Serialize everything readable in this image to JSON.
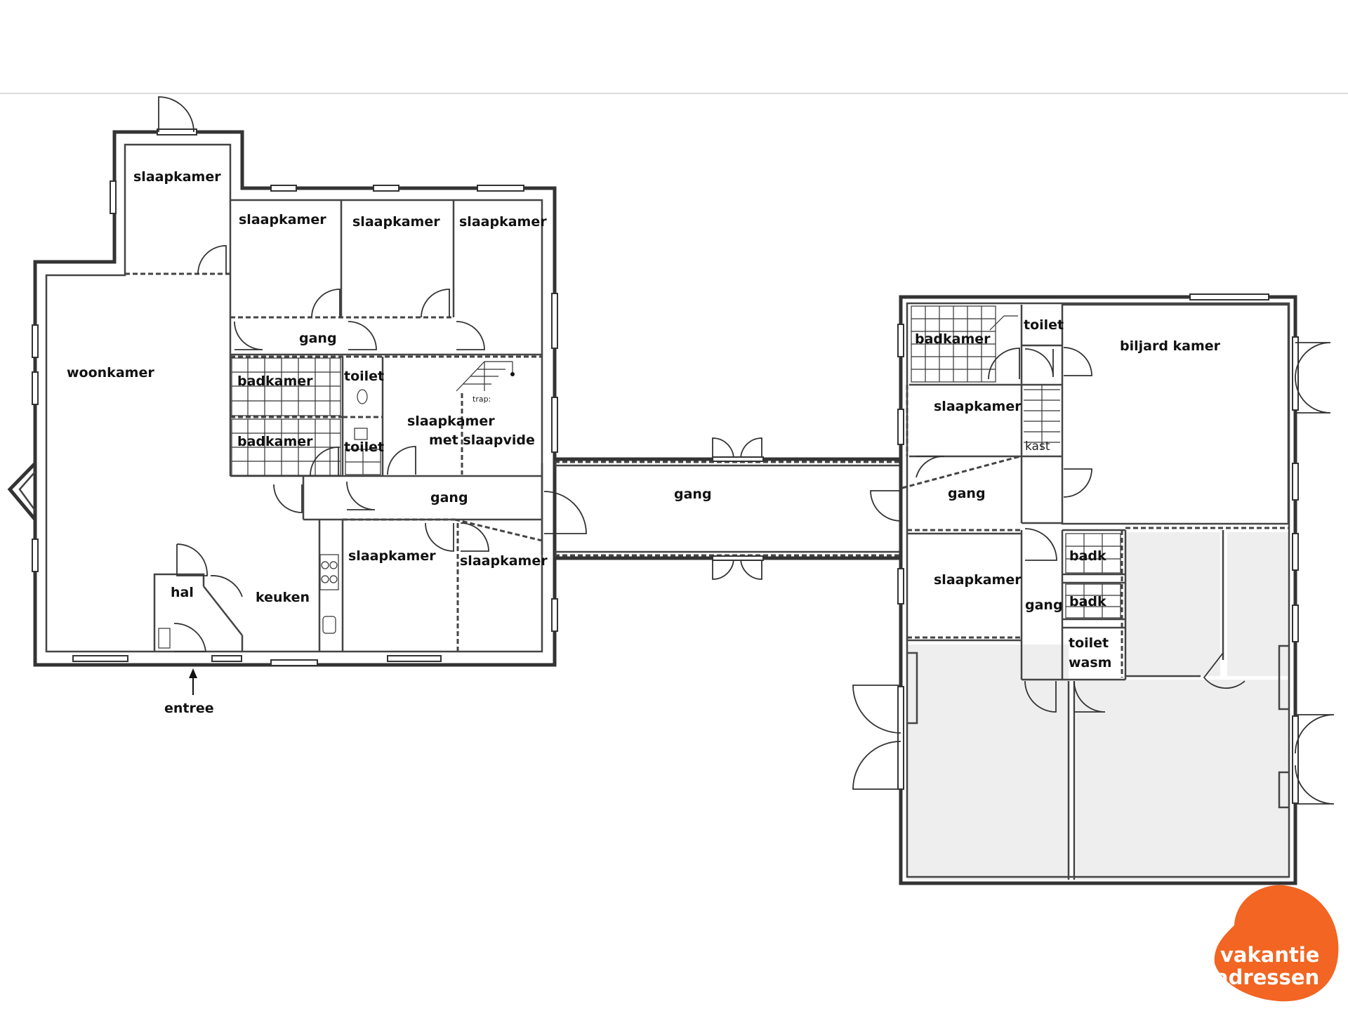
{
  "rooms": {
    "woonkamer": "woonkamer",
    "slaapkamer": "slaapkamer",
    "slaapkamer_met_slaapvide_line1": "slaapkamer",
    "slaapkamer_met_slaapvide_line2": "met slaapvide",
    "gang": "gang",
    "badkamer": "badkamer",
    "toilet": "toilet",
    "keuken": "keuken",
    "hal": "hal",
    "biljard_kamer": "biljard kamer",
    "kast": "kast",
    "badk": "badk",
    "wasm": "wasm",
    "trap": "trap:",
    "entree": "entree"
  },
  "brand": {
    "line1": "vakantie",
    "line2": "adressen",
    "color": "#f26522"
  }
}
